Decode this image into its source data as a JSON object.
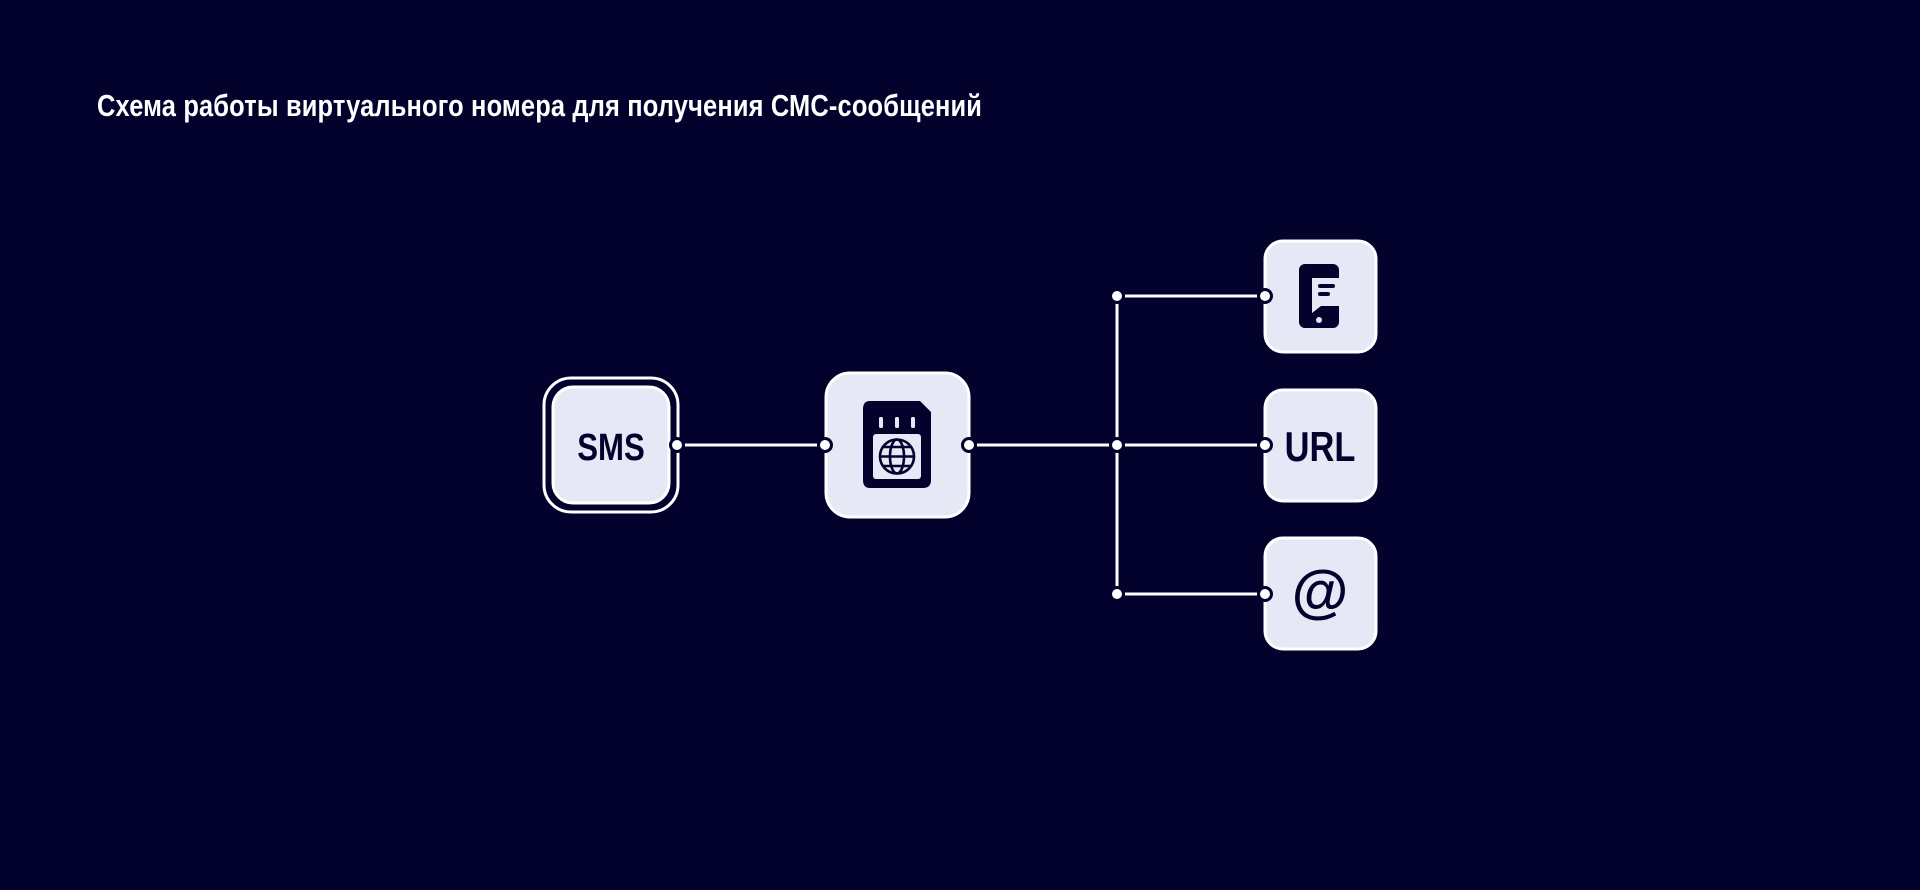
{
  "title": "Схема работы виртуального номера для получения СМС-сообщений",
  "colors": {
    "background": "#02022d",
    "card_fill": "#e6e8f5",
    "stroke": "#ffffff",
    "ink": "#02022d"
  },
  "nodes": {
    "sms": {
      "label": "SMS"
    },
    "sim": {
      "icon": "sim-card-globe-icon"
    },
    "phone": {
      "icon": "phone-message-icon"
    },
    "url": {
      "label": "URL"
    },
    "email": {
      "label": "@",
      "icon": "at-sign-icon"
    }
  }
}
